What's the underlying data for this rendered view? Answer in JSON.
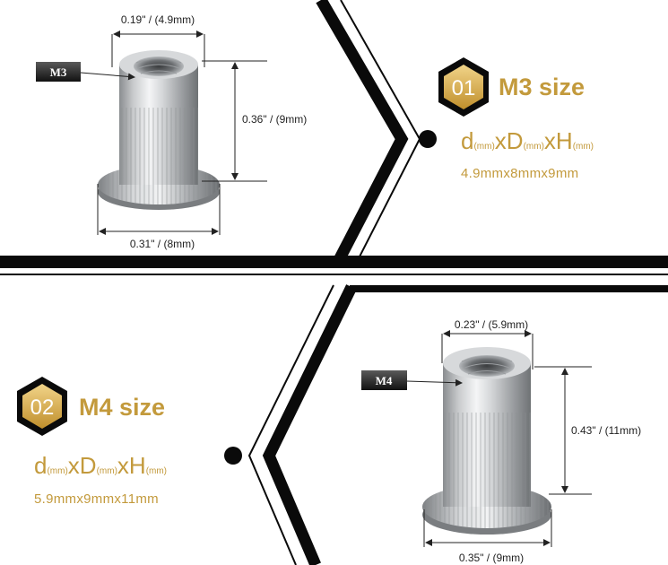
{
  "colors": {
    "gold": "#c39a3c",
    "black": "#0a0a0a",
    "dim_line": "#222222"
  },
  "sections": [
    {
      "badge_number": "01",
      "title": "M3 size",
      "formula": {
        "d": "d",
        "D": "D",
        "H": "H",
        "unit": "(mm)",
        "x": "x"
      },
      "values": "4.9mmx8mmx9mm",
      "tag": "M3",
      "top_dim": "0.19\" / (4.9mm)",
      "side_dim": "0.36\" / (9mm)",
      "bottom_dim": "0.31\" / (8mm)"
    },
    {
      "badge_number": "02",
      "title": "M4 size",
      "formula": {
        "d": "d",
        "D": "D",
        "H": "H",
        "unit": "(mm)",
        "x": "x"
      },
      "values": "5.9mmx9mmx11mm",
      "tag": "M4",
      "top_dim": "0.23\" / (5.9mm)",
      "side_dim": "0.43\" / (11mm)",
      "bottom_dim": "0.35\" / (9mm)"
    }
  ]
}
